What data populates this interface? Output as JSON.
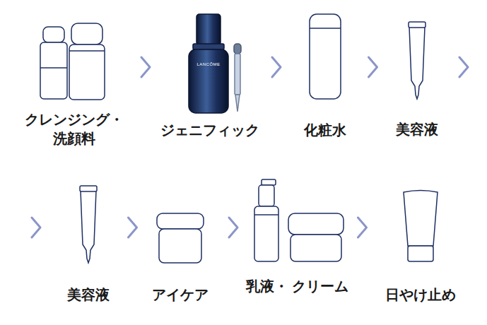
{
  "diagram": {
    "nodes": [
      {
        "text": [
          "クレンジング・ 洗顔料"
        ]
      },
      {
        "text": [
          "ジェニフィック"
        ]
      },
      {
        "text": [
          "化粧水"
        ]
      },
      {
        "text": [
          "美容液"
        ]
      },
      {
        "text": [
          "美容液"
        ]
      },
      {
        "text": [
          "アイケア"
        ]
      },
      {
        "text": [
          "乳液・ クリーム"
        ]
      },
      {
        "text": [
          "日やけ止め"
        ]
      }
    ],
    "edges": [
      {
        "from": 0,
        "to": 1,
        "arrow": "to"
      },
      {
        "from": 1,
        "to": 2,
        "arrow": "to"
      },
      {
        "from": 2,
        "to": 3,
        "arrow": "to"
      },
      {
        "from": 3,
        "to": 4,
        "arrow": "to"
      },
      {
        "from": 4,
        "to": 5,
        "arrow": "to"
      },
      {
        "from": 5,
        "to": 6,
        "arrow": "to"
      },
      {
        "from": 6,
        "to": 7,
        "arrow": "to"
      }
    ],
    "labels": [
      "LANCÔME"
    ]
  }
}
